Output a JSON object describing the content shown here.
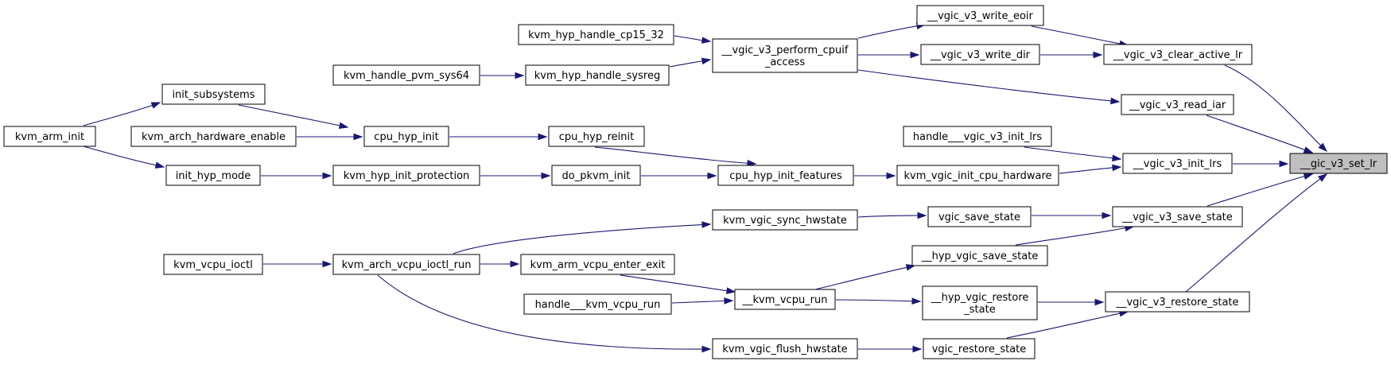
{
  "graph": {
    "type": "call-graph",
    "focus_node": "__gic_v3_set_lr",
    "colors": {
      "edge": "#191970",
      "node_border": "#000000",
      "node_fill": "#ffffff",
      "focus_fill": "#bfbfbf"
    },
    "nodes": {
      "__gic_v3_set_lr": [
        "__gic_v3_set_lr"
      ],
      "__vgic_v3_clear_active_lr": [
        "__vgic_v3_clear_active_lr"
      ],
      "__vgic_v3_read_iar": [
        "__vgic_v3_read_iar"
      ],
      "__vgic_v3_init_lrs": [
        "__vgic_v3_init_lrs"
      ],
      "__vgic_v3_save_state": [
        "__vgic_v3_save_state"
      ],
      "__vgic_v3_restore_state": [
        "__vgic_v3_restore_state"
      ],
      "__vgic_v3_write_eoir": [
        "__vgic_v3_write_eoir"
      ],
      "__vgic_v3_write_dir": [
        "__vgic_v3_write_dir"
      ],
      "__vgic_v3_perform_cpuif_access": [
        "__vgic_v3_perform_cpuif",
        "_access"
      ],
      "handle___vgic_v3_init_lrs": [
        "handle___vgic_v3_init_lrs"
      ],
      "kvm_vgic_init_cpu_hardware": [
        "kvm_vgic_init_cpu_hardware"
      ],
      "vgic_save_state": [
        "vgic_save_state"
      ],
      "__hyp_vgic_save_state": [
        "__hyp_vgic_save_state"
      ],
      "__hyp_vgic_restore_state": [
        "__hyp_vgic_restore",
        "_state"
      ],
      "vgic_restore_state": [
        "vgic_restore_state"
      ],
      "kvm_hyp_handle_cp15_32": [
        "kvm_hyp_handle_cp15_32"
      ],
      "kvm_hyp_handle_sysreg": [
        "kvm_hyp_handle_sysreg"
      ],
      "kvm_handle_pvm_sys64": [
        "kvm_handle_pvm_sys64"
      ],
      "cpu_hyp_init_features": [
        "cpu_hyp_init_features"
      ],
      "cpu_hyp_reinit": [
        "cpu_hyp_reinit"
      ],
      "do_pkvm_init": [
        "do_pkvm_init"
      ],
      "cpu_hyp_init": [
        "cpu_hyp_init"
      ],
      "kvm_hyp_init_protection": [
        "kvm_hyp_init_protection"
      ],
      "init_subsystems": [
        "init_subsystems"
      ],
      "kvm_arch_hardware_enable": [
        "kvm_arch_hardware_enable"
      ],
      "init_hyp_mode": [
        "init_hyp_mode"
      ],
      "kvm_arm_init": [
        "kvm_arm_init"
      ],
      "kvm_vgic_sync_hwstate": [
        "kvm_vgic_sync_hwstate"
      ],
      "kvm_arch_vcpu_ioctl_run": [
        "kvm_arch_vcpu_ioctl_run"
      ],
      "kvm_vcpu_ioctl": [
        "kvm_vcpu_ioctl"
      ],
      "__kvm_vcpu_run": [
        "__kvm_vcpu_run"
      ],
      "kvm_arm_vcpu_enter_exit": [
        "kvm_arm_vcpu_enter_exit"
      ],
      "handle___kvm_vcpu_run": [
        "handle___kvm_vcpu_run"
      ],
      "kvm_vgic_flush_hwstate": [
        "kvm_vgic_flush_hwstate"
      ]
    },
    "edges": [
      [
        "__vgic_v3_clear_active_lr",
        "__gic_v3_set_lr"
      ],
      [
        "__vgic_v3_read_iar",
        "__gic_v3_set_lr"
      ],
      [
        "__vgic_v3_init_lrs",
        "__gic_v3_set_lr"
      ],
      [
        "__vgic_v3_save_state",
        "__gic_v3_set_lr"
      ],
      [
        "__vgic_v3_restore_state",
        "__gic_v3_set_lr"
      ],
      [
        "__vgic_v3_write_eoir",
        "__vgic_v3_clear_active_lr"
      ],
      [
        "__vgic_v3_write_dir",
        "__vgic_v3_clear_active_lr"
      ],
      [
        "__vgic_v3_perform_cpuif_access",
        "__vgic_v3_write_eoir"
      ],
      [
        "__vgic_v3_perform_cpuif_access",
        "__vgic_v3_write_dir"
      ],
      [
        "__vgic_v3_perform_cpuif_access",
        "__vgic_v3_read_iar"
      ],
      [
        "kvm_hyp_handle_cp15_32",
        "__vgic_v3_perform_cpuif_access"
      ],
      [
        "kvm_hyp_handle_sysreg",
        "__vgic_v3_perform_cpuif_access"
      ],
      [
        "kvm_handle_pvm_sys64",
        "kvm_hyp_handle_sysreg"
      ],
      [
        "handle___vgic_v3_init_lrs",
        "__vgic_v3_init_lrs"
      ],
      [
        "kvm_vgic_init_cpu_hardware",
        "__vgic_v3_init_lrs"
      ],
      [
        "cpu_hyp_init_features",
        "kvm_vgic_init_cpu_hardware"
      ],
      [
        "cpu_hyp_reinit",
        "cpu_hyp_init_features"
      ],
      [
        "do_pkvm_init",
        "cpu_hyp_init_features"
      ],
      [
        "cpu_hyp_init",
        "cpu_hyp_reinit"
      ],
      [
        "kvm_hyp_init_protection",
        "do_pkvm_init"
      ],
      [
        "init_subsystems",
        "cpu_hyp_init"
      ],
      [
        "kvm_arch_hardware_enable",
        "cpu_hyp_init"
      ],
      [
        "init_hyp_mode",
        "kvm_hyp_init_protection"
      ],
      [
        "kvm_arm_init",
        "init_subsystems"
      ],
      [
        "kvm_arm_init",
        "init_hyp_mode"
      ],
      [
        "vgic_save_state",
        "__vgic_v3_save_state"
      ],
      [
        "__hyp_vgic_save_state",
        "__vgic_v3_save_state"
      ],
      [
        "kvm_vgic_sync_hwstate",
        "vgic_save_state"
      ],
      [
        "kvm_arch_vcpu_ioctl_run",
        "kvm_vgic_sync_hwstate"
      ],
      [
        "kvm_vcpu_ioctl",
        "kvm_arch_vcpu_ioctl_run"
      ],
      [
        "__kvm_vcpu_run",
        "__hyp_vgic_save_state"
      ],
      [
        "__kvm_vcpu_run",
        "__hyp_vgic_restore_state"
      ],
      [
        "kvm_arch_vcpu_ioctl_run",
        "kvm_arm_vcpu_enter_exit"
      ],
      [
        "kvm_arm_vcpu_enter_exit",
        "__kvm_vcpu_run"
      ],
      [
        "handle___kvm_vcpu_run",
        "__kvm_vcpu_run"
      ],
      [
        "__hyp_vgic_restore_state",
        "__vgic_v3_restore_state"
      ],
      [
        "vgic_restore_state",
        "__vgic_v3_restore_state"
      ],
      [
        "kvm_vgic_flush_hwstate",
        "vgic_restore_state"
      ],
      [
        "kvm_arch_vcpu_ioctl_run",
        "kvm_vgic_flush_hwstate"
      ]
    ]
  }
}
